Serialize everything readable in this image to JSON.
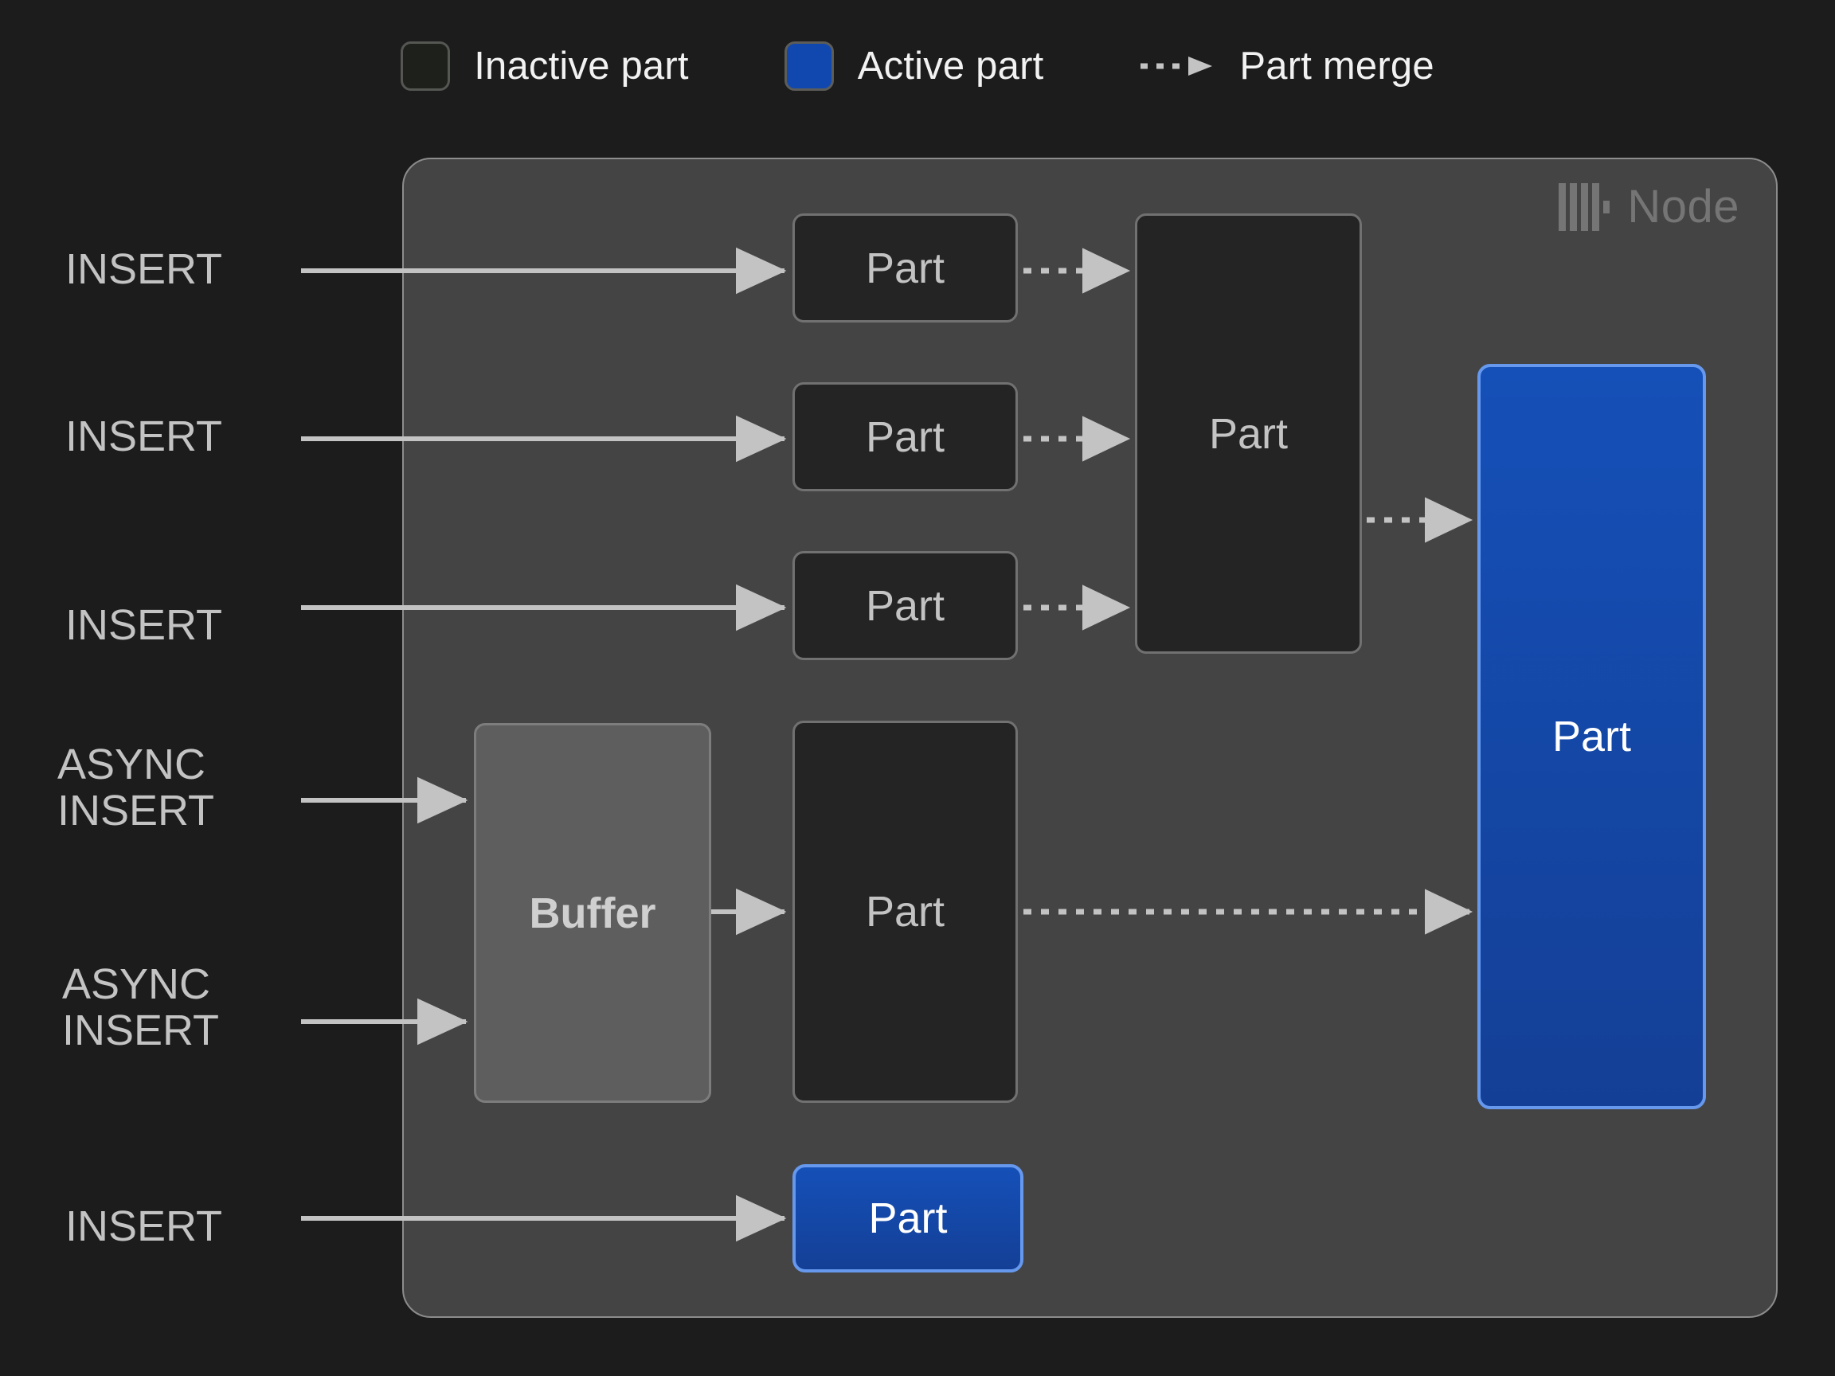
{
  "legend": {
    "items": [
      {
        "icon": "inactive-part-swatch",
        "label": "Inactive part"
      },
      {
        "icon": "active-part-swatch",
        "label": "Active part"
      },
      {
        "icon": "part-merge-arrow",
        "label": "Part merge"
      }
    ]
  },
  "node": {
    "label": "Node",
    "logo": "clickhouse-logo"
  },
  "inputs": [
    {
      "id": "insert-1",
      "label": "INSERT"
    },
    {
      "id": "insert-2",
      "label": "INSERT"
    },
    {
      "id": "insert-3",
      "label": "INSERT"
    },
    {
      "id": "async-insert-1",
      "label": "ASYNC\nINSERT"
    },
    {
      "id": "async-insert-2",
      "label": "ASYNC\nINSERT"
    },
    {
      "id": "insert-4",
      "label": "INSERT"
    }
  ],
  "boxes": {
    "part_label": "Part",
    "buffer_label": "Buffer",
    "column1": [
      {
        "id": "part-a",
        "label": "Part",
        "state": "inactive"
      },
      {
        "id": "part-b",
        "label": "Part",
        "state": "inactive"
      },
      {
        "id": "part-c",
        "label": "Part",
        "state": "inactive"
      },
      {
        "id": "part-buffered",
        "label": "Part",
        "state": "inactive"
      },
      {
        "id": "part-active-small",
        "label": "Part",
        "state": "active"
      }
    ],
    "buffer": {
      "id": "buffer",
      "label": "Buffer",
      "state": "buffer"
    },
    "merged": {
      "id": "part-merged",
      "label": "Part",
      "state": "inactive"
    },
    "final": {
      "id": "part-final",
      "label": "Part",
      "state": "active"
    }
  },
  "colors": {
    "background": "#1c1c1c",
    "node_fill": "#444444",
    "node_border": "#8c8c8c",
    "inactive_fill": "#242424",
    "inactive_border": "#717171",
    "buffer_fill": "#5e5e5e",
    "active_fill": "#1148b0",
    "active_border": "#6699ee",
    "text": "#c3c3c3",
    "legend_text": "#f2f2f2",
    "arrow": "#c3c3c3"
  }
}
